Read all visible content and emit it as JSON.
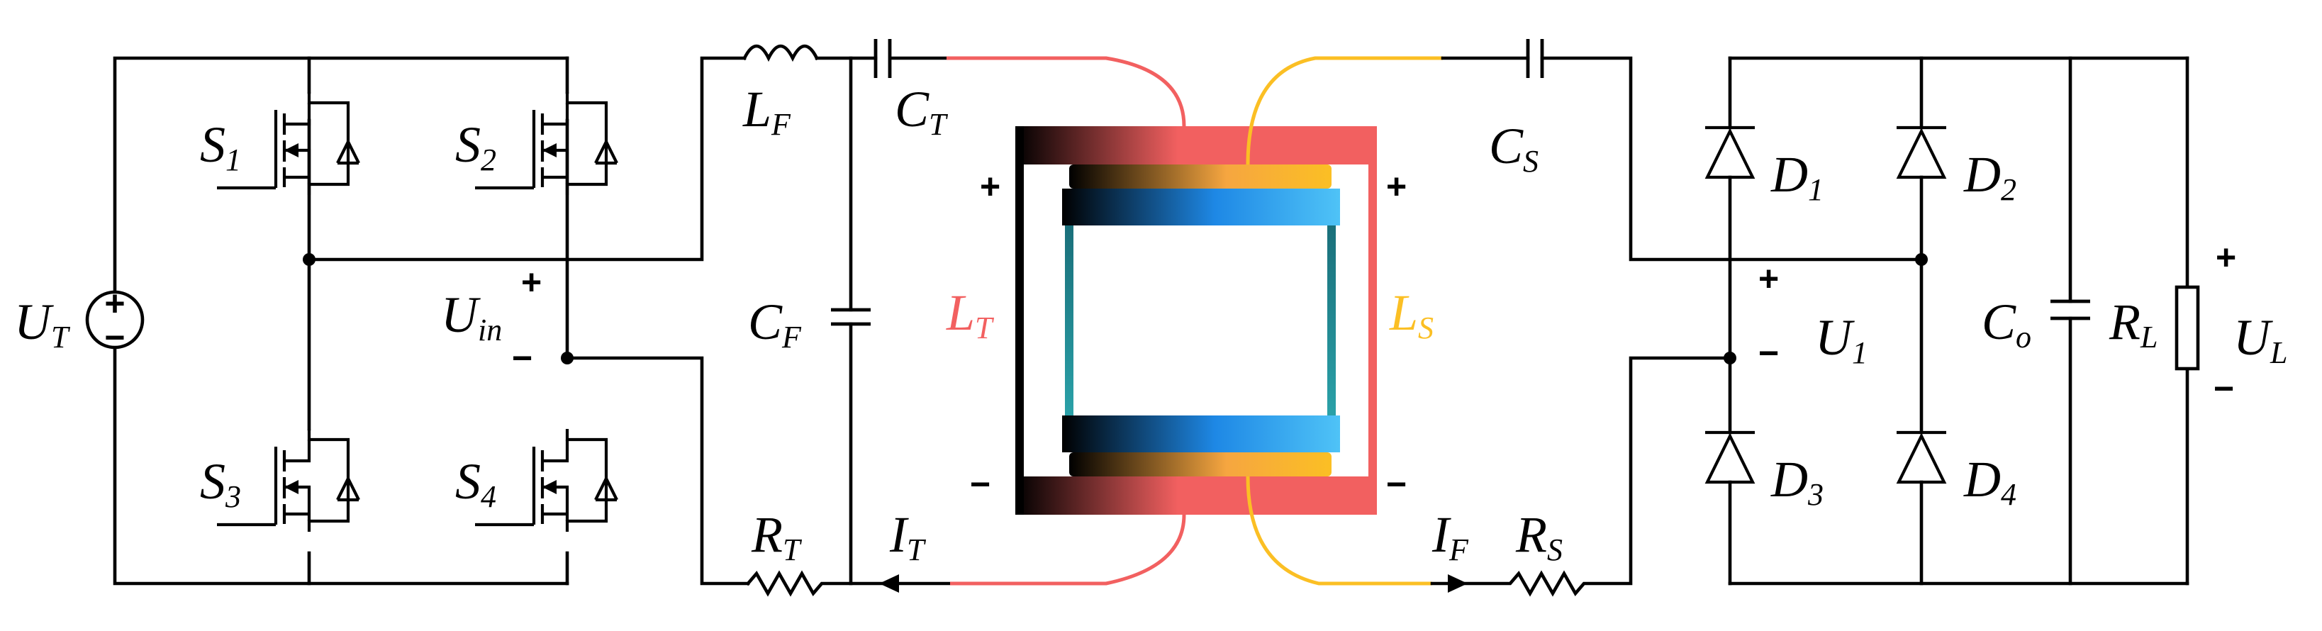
{
  "colors": {
    "wire": "#000000",
    "primary_coil": "#f26060",
    "secondary_coil": "#fbbf24",
    "core_blue": "#33aaf5"
  },
  "labels": {
    "source": {
      "main": "U",
      "sub": "T"
    },
    "s1": {
      "main": "S",
      "sub": "1"
    },
    "s2": {
      "main": "S",
      "sub": "2"
    },
    "s3": {
      "main": "S",
      "sub": "3"
    },
    "s4": {
      "main": "S",
      "sub": "4"
    },
    "uin": {
      "main": "U",
      "sub": "in"
    },
    "lf": {
      "main": "L",
      "sub": "F"
    },
    "ct": {
      "main": "C",
      "sub": "T"
    },
    "cf": {
      "main": "C",
      "sub": "F"
    },
    "rt": {
      "main": "R",
      "sub": "T"
    },
    "it": {
      "main": "I",
      "sub": "T"
    },
    "lt": {
      "main": "L",
      "sub": "T"
    },
    "ls": {
      "main": "L",
      "sub": "S"
    },
    "cs": {
      "main": "C",
      "sub": "S"
    },
    "if": {
      "main": "I",
      "sub": "F"
    },
    "rs": {
      "main": "R",
      "sub": "S"
    },
    "d1": {
      "main": "D",
      "sub": "1"
    },
    "d2": {
      "main": "D",
      "sub": "2"
    },
    "d3": {
      "main": "D",
      "sub": "3"
    },
    "d4": {
      "main": "D",
      "sub": "4"
    },
    "u1": {
      "main": "U",
      "sub": "1"
    },
    "co": {
      "main": "C",
      "sub": "o"
    },
    "rl": {
      "main": "R",
      "sub": "L"
    },
    "ul": {
      "main": "U",
      "sub": "L"
    }
  },
  "symbols": {
    "plus": "+",
    "minus": "−"
  }
}
